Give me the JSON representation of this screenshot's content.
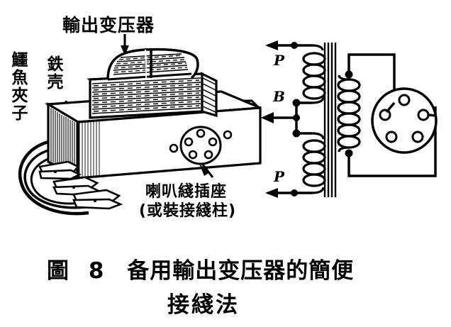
{
  "figure": {
    "title_caption_line1_prefix": "圖",
    "title_caption_number": "8",
    "title_caption_line1_text": "备用輸出变压器的簡便",
    "title_caption_line2_text": "接綫法"
  },
  "labels": {
    "output_transformer": "輸出变压器",
    "alligator_clips": "鱷魚夾子",
    "iron_shell": "鉄壳",
    "speaker_wire_socket": "喇叭綫插座",
    "or_install_binding_posts": "(或裝接綫柱)"
  },
  "schematic": {
    "terminal_p_top": "P",
    "terminal_b": "B",
    "terminal_p_bottom": "P",
    "primary_winding_name": "primary-winding",
    "secondary_winding_name": "secondary-winding",
    "core_name": "transformer-core",
    "socket_name": "tube-socket",
    "socket_pin_count": 5
  },
  "illustration": {
    "device_name": "output-transformer-device",
    "lamination_stack_name": "lamination-stack",
    "chassis_name": "metal-chassis-box",
    "socket_pin_count": 5,
    "clip_count": 3
  },
  "colors": {
    "ink": "#000000",
    "paper": "#ffffff"
  }
}
